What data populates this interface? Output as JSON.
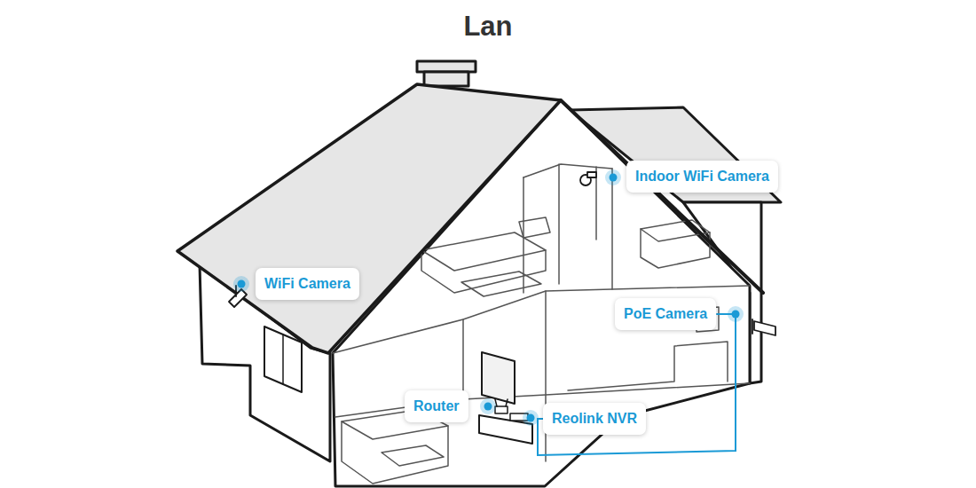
{
  "diagram": {
    "title": "Lan",
    "nodes": [
      {
        "text": [
          "Indoor WiFi Camera"
        ]
      },
      {
        "text": [
          "WiFi Camera"
        ]
      },
      {
        "text": [
          "PoE Camera"
        ]
      },
      {
        "text": [
          "Router"
        ]
      },
      {
        "text": [
          "Reolink NVR"
        ]
      }
    ],
    "edges": [
      {
        "from": 2,
        "to": 4,
        "arrow": "none"
      }
    ]
  }
}
